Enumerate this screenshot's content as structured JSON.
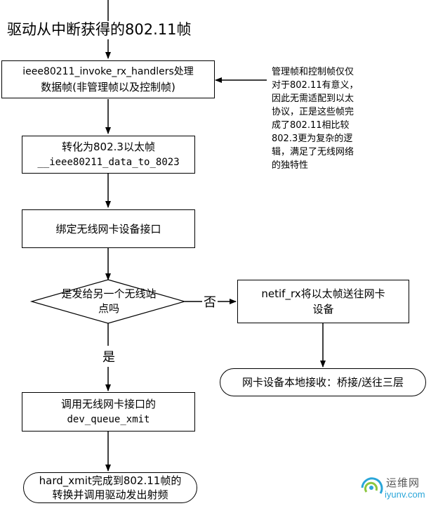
{
  "title": "驱动从中断获得的802.11帧",
  "nodes": {
    "invoke": {
      "line1": "ieee80211_invoke_rx_handlers处理",
      "line2": "数据帧(非管理帧以及控制帧)"
    },
    "to8023": {
      "line1": "转化为802.3以太帧",
      "line2": "__ieee80211_data_to_8023"
    },
    "bind": {
      "line1": "绑定无线网卡设备接口"
    },
    "decision": {
      "line1": "是发给另一个无线站",
      "line2": "点吗"
    },
    "netif": {
      "line1": "netif_rx将以太帧送往网卡",
      "line2": "设备"
    },
    "local": {
      "line1": "网卡设备本地接收：桥接/送往三层"
    },
    "devqueue": {
      "line1": "调用无线网卡接口的",
      "line2": "dev_queue_xmit"
    },
    "hardxmit": {
      "line1": "hard_xmit完成到802.11帧的",
      "line2": "转换并调用驱动发出射频"
    }
  },
  "labels": {
    "no": "否",
    "yes": "是"
  },
  "note": [
    "管理帧和控制帧仅仅",
    "对于802.11有意义，",
    "因此无需适配到以太",
    "协议，正是这些帧完",
    "成了802.11相比较",
    "802.3更为复杂的逻",
    "辑，满足了无线网络",
    "的独特性"
  ],
  "watermark": {
    "text": "运维网",
    "url": "iyunv.com"
  }
}
